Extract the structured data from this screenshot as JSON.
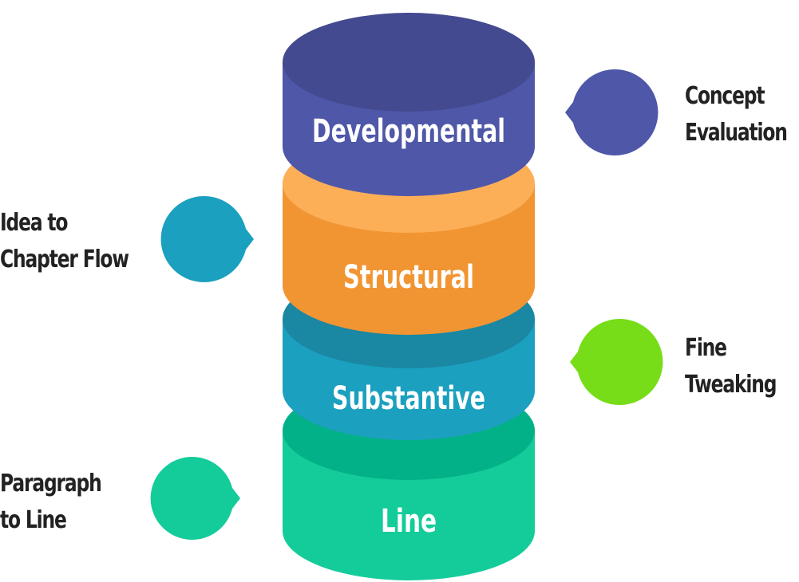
{
  "diagram": {
    "type": "stacked-cylinder",
    "layers": [
      {
        "label": "Developmental",
        "side_color": "#4F57A8",
        "top_color": "#434A8F",
        "annotation": "Concept Evaluation",
        "annotation_lines": [
          "Concept",
          "Evaluation"
        ],
        "annotation_side": "right",
        "bubble_color": "#4F57A8"
      },
      {
        "label": "Structural",
        "side_color": "#F19532",
        "top_color": "#FDAF58",
        "annotation": "Idea to Chapter Flow",
        "annotation_lines": [
          "Idea to",
          "Chapter Flow"
        ],
        "annotation_side": "left",
        "bubble_color": "#1BA0BF"
      },
      {
        "label": "Substantive",
        "side_color": "#1BA0BF",
        "top_color": "#1A87A3",
        "annotation": "Fine Tweaking",
        "annotation_lines": [
          "Fine",
          "Tweaking"
        ],
        "annotation_side": "right",
        "bubble_color": "#77DD18"
      },
      {
        "label": "Line",
        "side_color": "#14CC9A",
        "top_color": "#02B188",
        "annotation": "Paragraph to Line",
        "annotation_lines": [
          "Paragraph",
          "to Line"
        ],
        "annotation_side": "left",
        "bubble_color": "#14CC9A"
      }
    ]
  }
}
